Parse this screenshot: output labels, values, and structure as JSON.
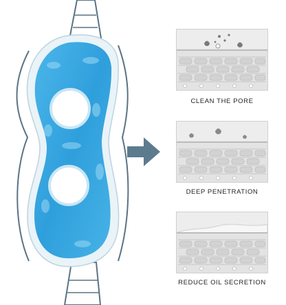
{
  "product": {
    "icon": "gel-eye-mask-icon"
  },
  "arrow_icon": "right-arrow-icon",
  "panels": [
    {
      "caption": "CLEAN THE PORE",
      "icon": "skin-layer-clean-pore-icon"
    },
    {
      "caption": "DEEP PENETRATION",
      "icon": "skin-layer-penetration-icon"
    },
    {
      "caption": "REDUCE OIL SECRETION",
      "icon": "skin-layer-oil-reduction-icon"
    }
  ],
  "colors": {
    "gel": "#3aa8e0",
    "gel_light": "#8fd3f2",
    "strap": "#5a7384",
    "arrow": "#5d7b8e",
    "panel_bg": "#ededed",
    "caption": "#222222"
  }
}
